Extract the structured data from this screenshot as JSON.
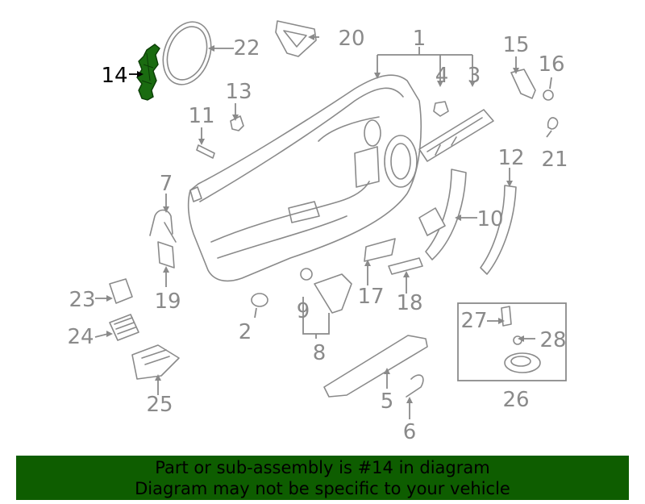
{
  "callouts": {
    "c1": "1",
    "c2": "2",
    "c3": "3",
    "c4": "4",
    "c5": "5",
    "c6": "6",
    "c7": "7",
    "c8": "8",
    "c9": "9",
    "c10": "10",
    "c11": "11",
    "c12": "12",
    "c13": "13",
    "c14": "14",
    "c15": "15",
    "c16": "16",
    "c17": "17",
    "c18": "18",
    "c19": "19",
    "c20": "20",
    "c21": "21",
    "c22": "22",
    "c23": "23",
    "c24": "24",
    "c25": "25",
    "c26": "26",
    "c27": "27",
    "c28": "28"
  },
  "highlight": {
    "color": "#1a6b10"
  },
  "banner": {
    "line1": "Part or sub-assembly is #14 in diagram",
    "line2": "Diagram may not be specific to your vehicle",
    "background": "#0e5d00"
  }
}
